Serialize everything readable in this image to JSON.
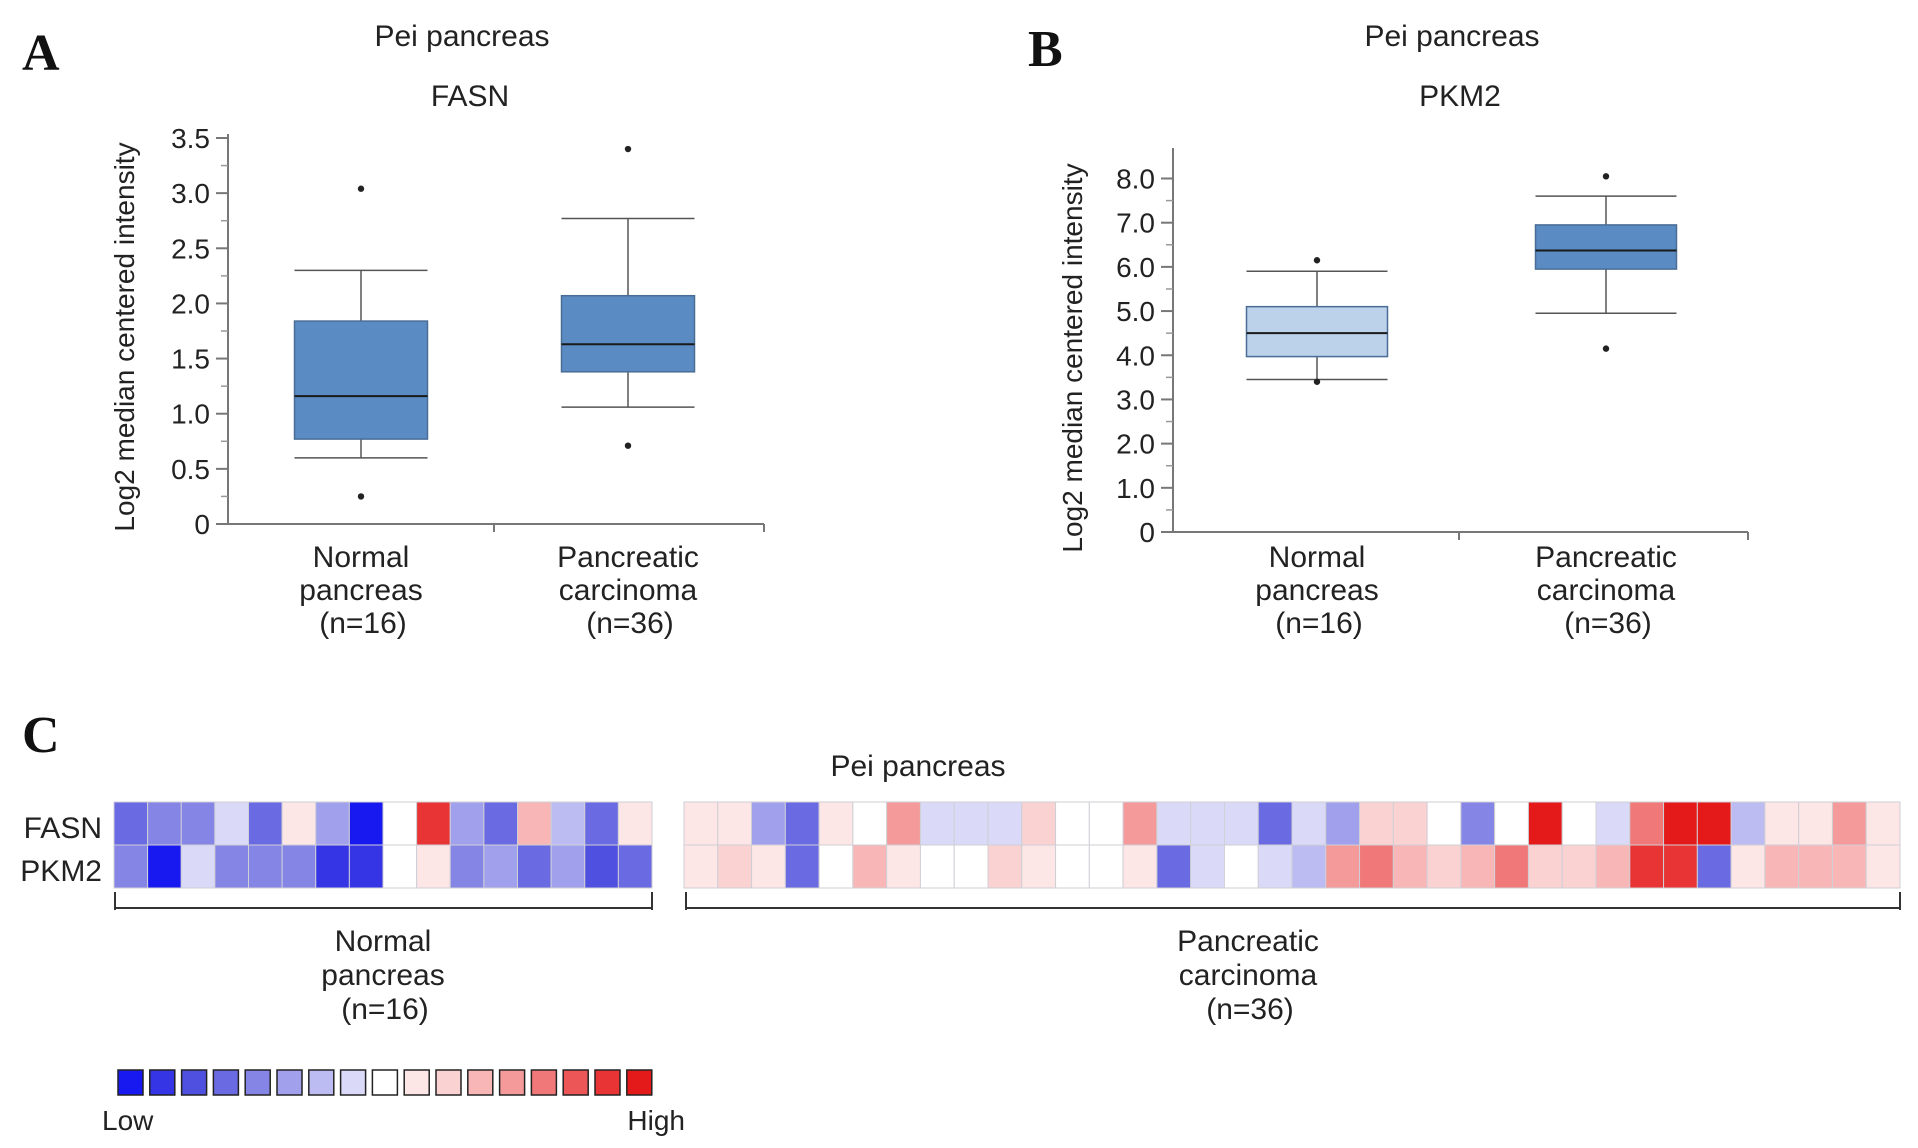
{
  "panels": {
    "a": "A",
    "b": "B",
    "c": "C"
  },
  "chart_data": [
    {
      "panel": "A",
      "type": "box",
      "title": "Pei pancreas",
      "subtitle": "FASN",
      "ylabel": "Log2 median centered intensity",
      "ylim": [
        0,
        3.5
      ],
      "yticks": [
        "0",
        "0.5",
        "1.0",
        "1.5",
        "2.0",
        "2.5",
        "3.0",
        "3.5"
      ],
      "grid": false,
      "categories": [
        {
          "line1": "Normal",
          "line2": "pancreas",
          "line3": "(n=16)"
        },
        {
          "line1": "Pancreatic",
          "line2": "carcinoma",
          "line3": "(n=36)"
        }
      ],
      "boxes": [
        {
          "whisker_low": 0.6,
          "q1": 0.77,
          "median": 1.16,
          "q3": 1.84,
          "whisker_high": 2.3,
          "outliers": [
            0.25,
            3.04
          ],
          "color": "#5a8bc2"
        },
        {
          "whisker_low": 1.06,
          "q1": 1.38,
          "median": 1.63,
          "q3": 2.07,
          "whisker_high": 2.77,
          "outliers": [
            0.71,
            3.4
          ],
          "color": "#5a8bc2"
        }
      ]
    },
    {
      "panel": "B",
      "type": "box",
      "title": "Pei pancreas",
      "subtitle": "PKM2",
      "ylabel": "Log2 median centered intensity",
      "ylim": [
        0,
        8.6
      ],
      "yticks": [
        "0",
        "1.0",
        "2.0",
        "3.0",
        "4.0",
        "5.0",
        "6.0",
        "7.0",
        "8.0"
      ],
      "grid": false,
      "categories": [
        {
          "line1": "Normal",
          "line2": "pancreas",
          "line3": "(n=16)"
        },
        {
          "line1": "Pancreatic",
          "line2": "carcinoma",
          "line3": "(n=36)"
        }
      ],
      "boxes": [
        {
          "whisker_low": 3.45,
          "q1": 3.97,
          "median": 4.5,
          "q3": 5.1,
          "whisker_high": 5.9,
          "outliers": [
            3.4,
            6.15
          ],
          "color": "#bcd1ea"
        },
        {
          "whisker_low": 4.95,
          "q1": 5.95,
          "median": 6.37,
          "q3": 6.95,
          "whisker_high": 7.6,
          "outliers": [
            4.15,
            8.05
          ],
          "color": "#5a8bc2"
        }
      ]
    },
    {
      "panel": "C",
      "type": "heatmap",
      "title": "Pei pancreas",
      "rows": [
        "FASN",
        "PKM2"
      ],
      "groups": [
        {
          "line1": "Normal",
          "line2": "pancreas",
          "line3": "(n=16)",
          "count": 16
        },
        {
          "line1": "Pancreatic",
          "line2": "carcinoma",
          "line3": "(n=36)",
          "count": 36
        }
      ],
      "scale": [
        "#1818f0",
        "#3535e6",
        "#4f4fe0",
        "#6a6ae2",
        "#8585e6",
        "#a0a0ec",
        "#bcbcf2",
        "#dadaf8",
        "#ffffff",
        "#fde6e6",
        "#fbd2d2",
        "#f8b6b6",
        "#f49a9a",
        "#f07878",
        "#ec5656",
        "#e83434",
        "#e41a1a"
      ],
      "scale_low": "Low",
      "scale_high": "High",
      "levels_normal": [
        [
          -5,
          -4,
          -4,
          -1,
          -5,
          1,
          -3,
          -8,
          0,
          7,
          -3,
          -5,
          3,
          -2,
          -5,
          1
        ],
        [
          -4,
          -8,
          -1,
          -4,
          -4,
          -4,
          -7,
          -7,
          0,
          1,
          -4,
          -3,
          -5,
          -3,
          -6,
          -5
        ]
      ],
      "levels_carcinoma": [
        [
          1,
          1,
          -3,
          -5,
          1,
          0,
          4,
          -1,
          -1,
          -1,
          2,
          0,
          0,
          4,
          -1,
          -1,
          -1,
          -5,
          -1,
          -3,
          2,
          2,
          0,
          -4,
          0,
          8,
          0,
          -1,
          5,
          8,
          8,
          -2,
          1,
          1,
          4,
          1
        ],
        [
          1,
          2,
          1,
          -5,
          0,
          3,
          1,
          0,
          0,
          2,
          1,
          0,
          0,
          1,
          -5,
          -1,
          0,
          -1,
          -2,
          4,
          5,
          3,
          2,
          3,
          5,
          2,
          2,
          3,
          7,
          7,
          -5,
          1,
          3,
          3,
          3,
          1
        ]
      ]
    }
  ]
}
